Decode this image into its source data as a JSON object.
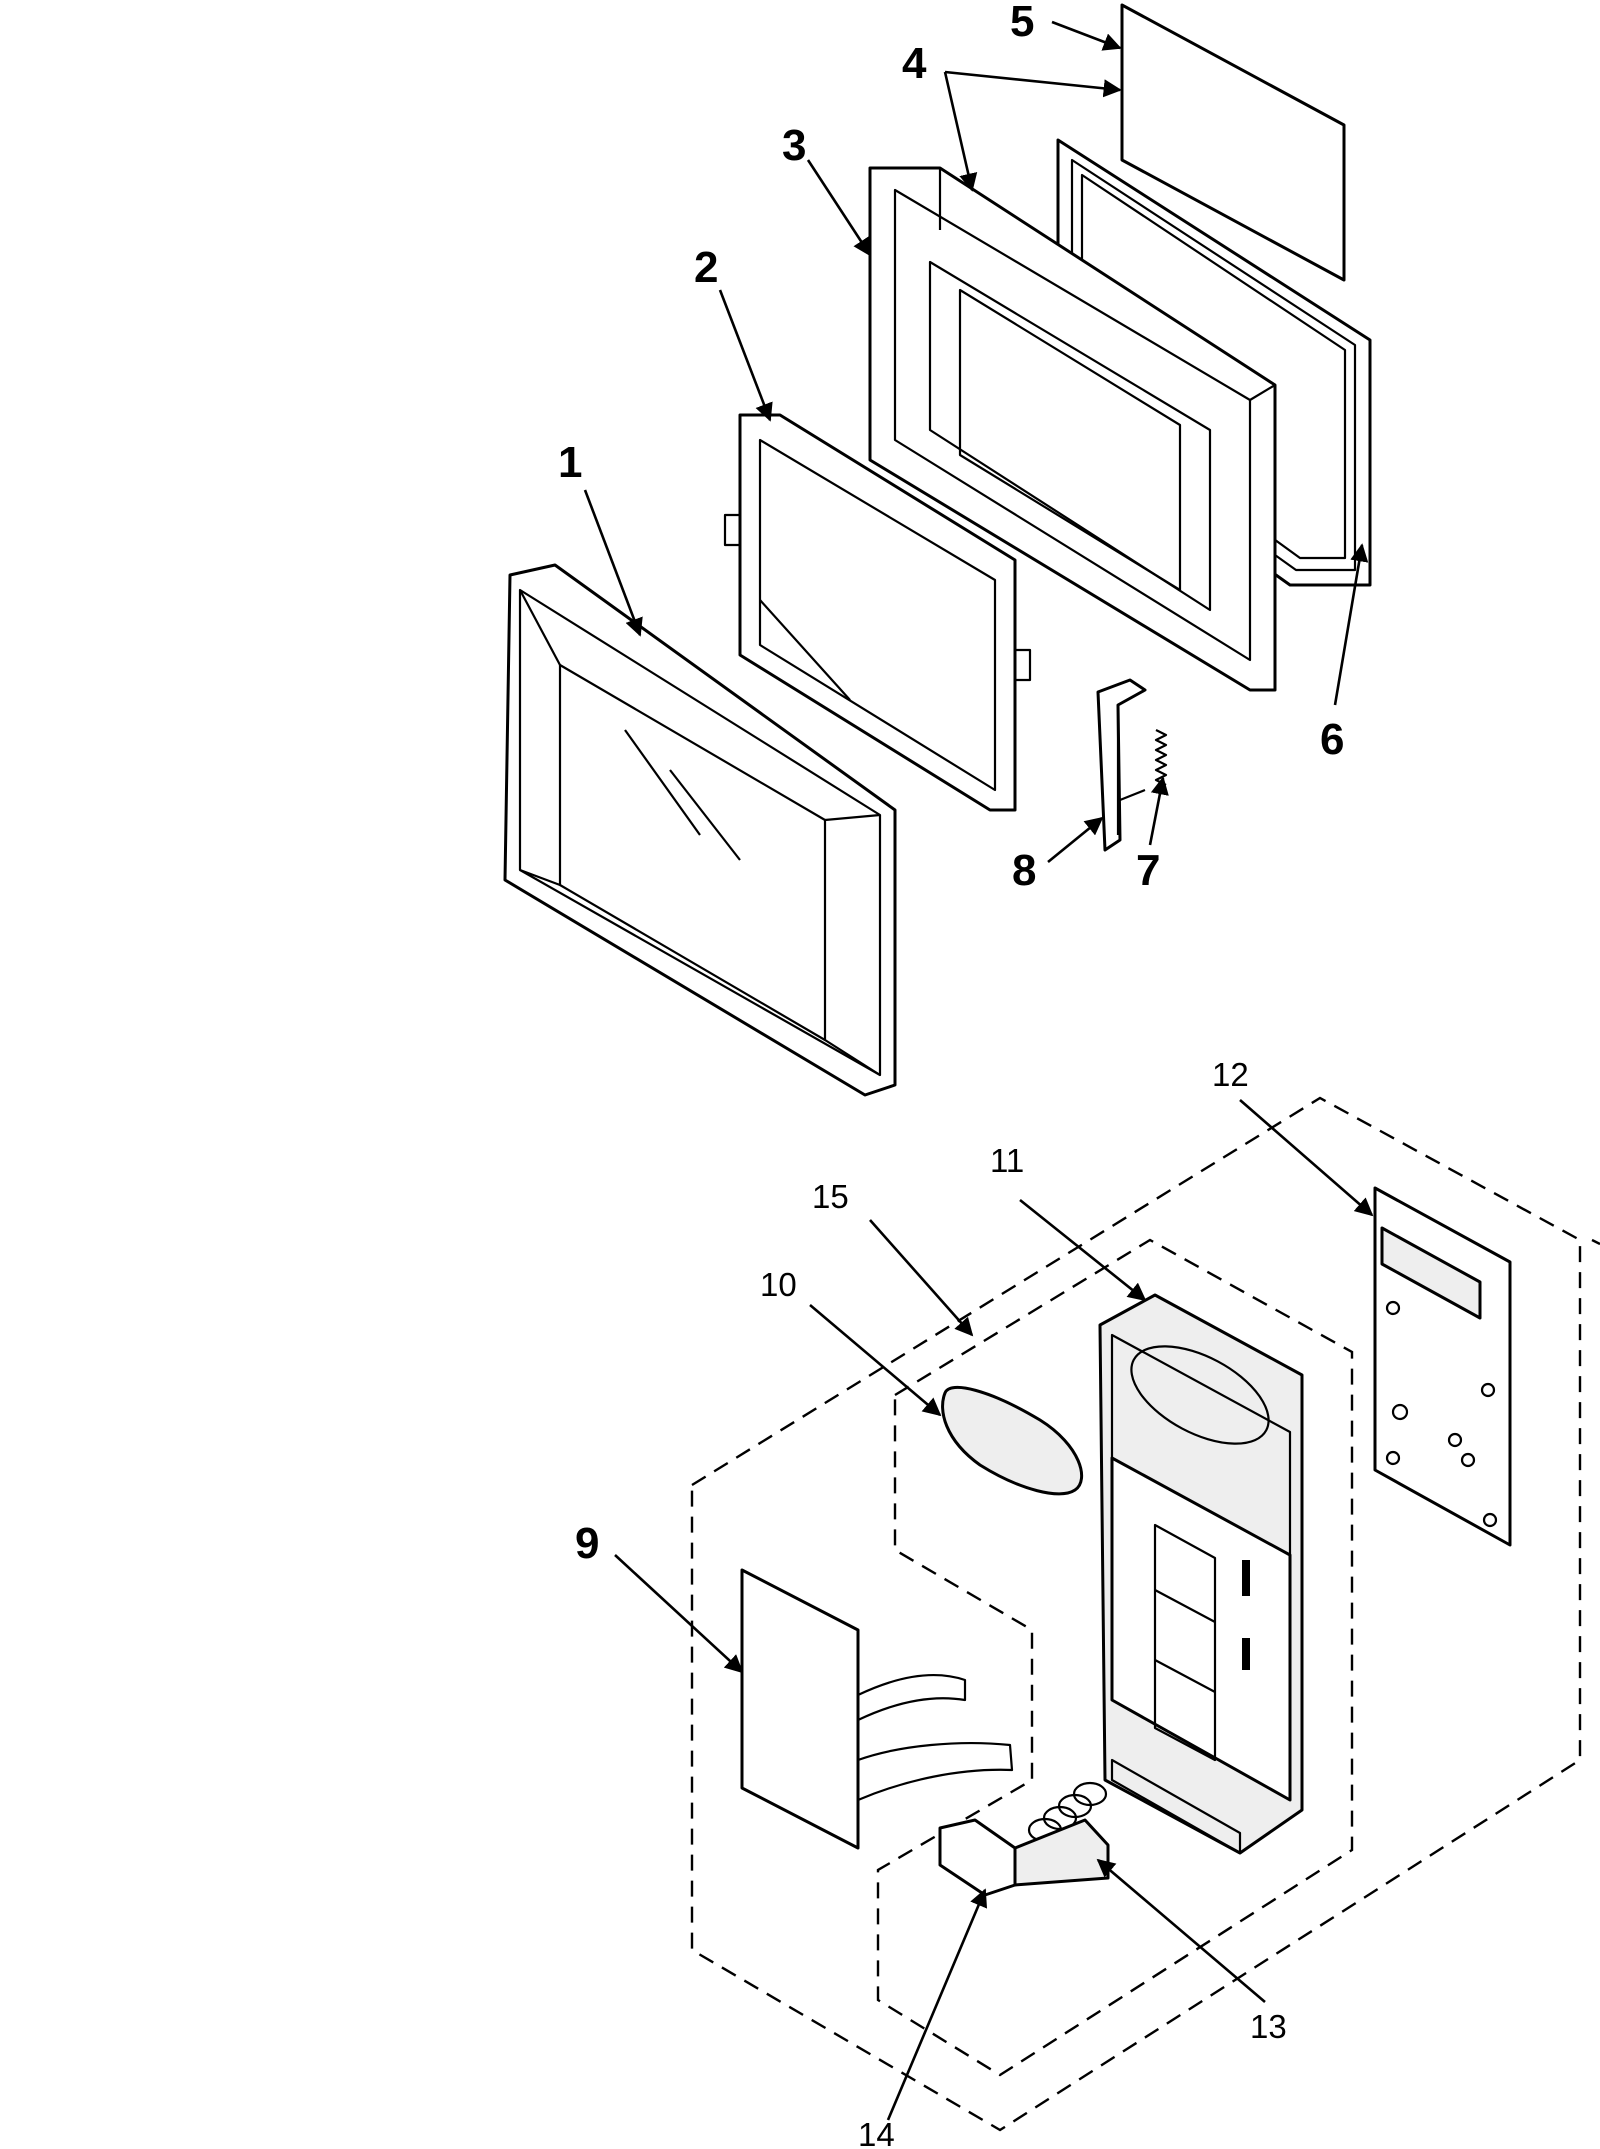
{
  "callouts": {
    "c1": "1",
    "c2": "2",
    "c3": "3",
    "c4": "4",
    "c5": "5",
    "c6": "6",
    "c7": "7",
    "c8": "8",
    "c9": "9",
    "c10": "10",
    "c11": "11",
    "c12": "12",
    "c13": "13",
    "c14": "14",
    "c15": "15"
  },
  "colors": {
    "line": "#000000",
    "background": "#ffffff",
    "panel_shade": "#eeeeee"
  }
}
